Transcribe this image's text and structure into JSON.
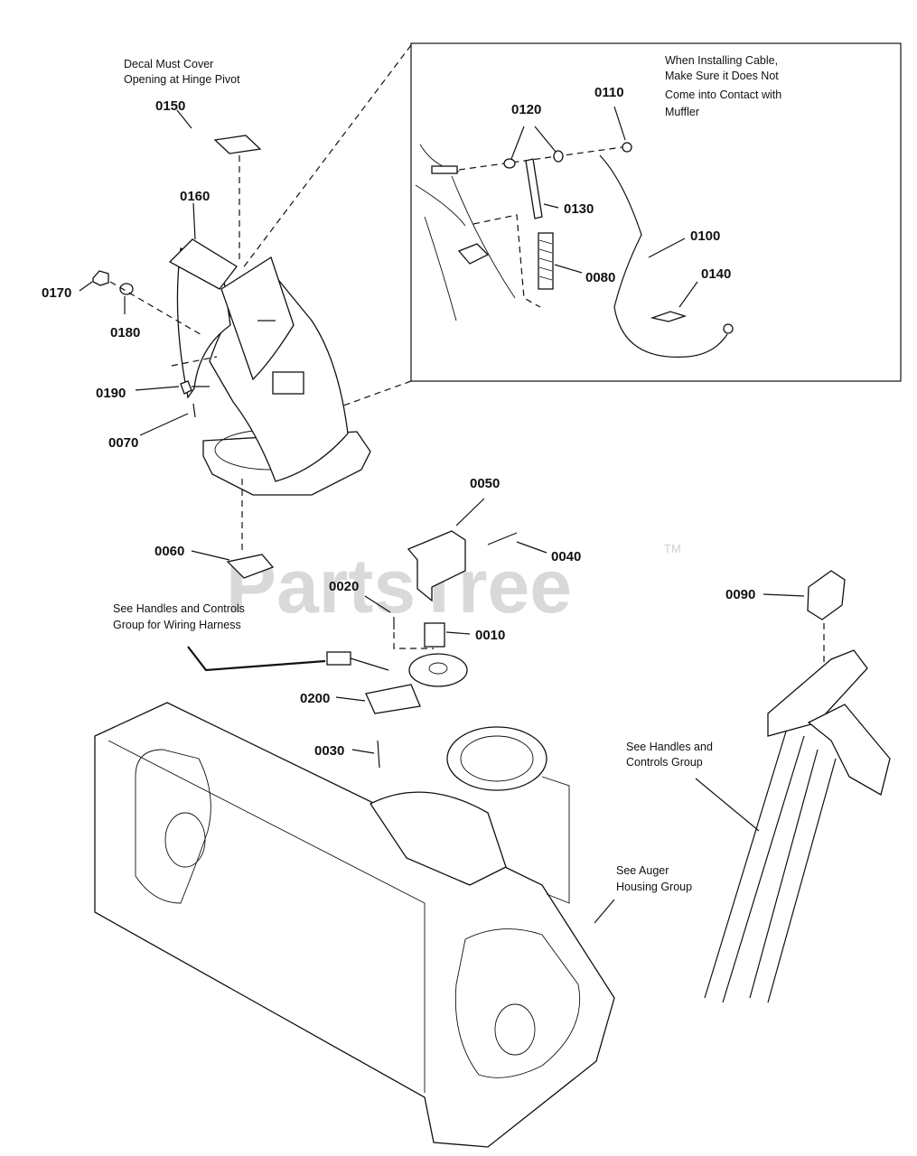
{
  "watermark": {
    "text": "PartsTree",
    "trademark": "TM"
  },
  "notes": {
    "decal": [
      "Decal Must Cover",
      "Opening at Hinge Pivot"
    ],
    "cable": [
      "When Installing Cable,",
      "Make Sure it Does Not",
      "Come into Contact with",
      "Muffler"
    ],
    "wiring": [
      "See Handles and Controls",
      "Group for Wiring Harness"
    ],
    "handles": [
      "See Handles and",
      "Controls Group"
    ],
    "auger": [
      "See Auger",
      "Housing Group"
    ]
  },
  "parts": [
    "0150",
    "0160",
    "0170",
    "0180",
    "0190",
    "0070",
    "0120",
    "0110",
    "0130",
    "0100",
    "0080",
    "0140",
    "0050",
    "0040",
    "0060",
    "0020",
    "0010",
    "0200",
    "0030",
    "0090"
  ]
}
